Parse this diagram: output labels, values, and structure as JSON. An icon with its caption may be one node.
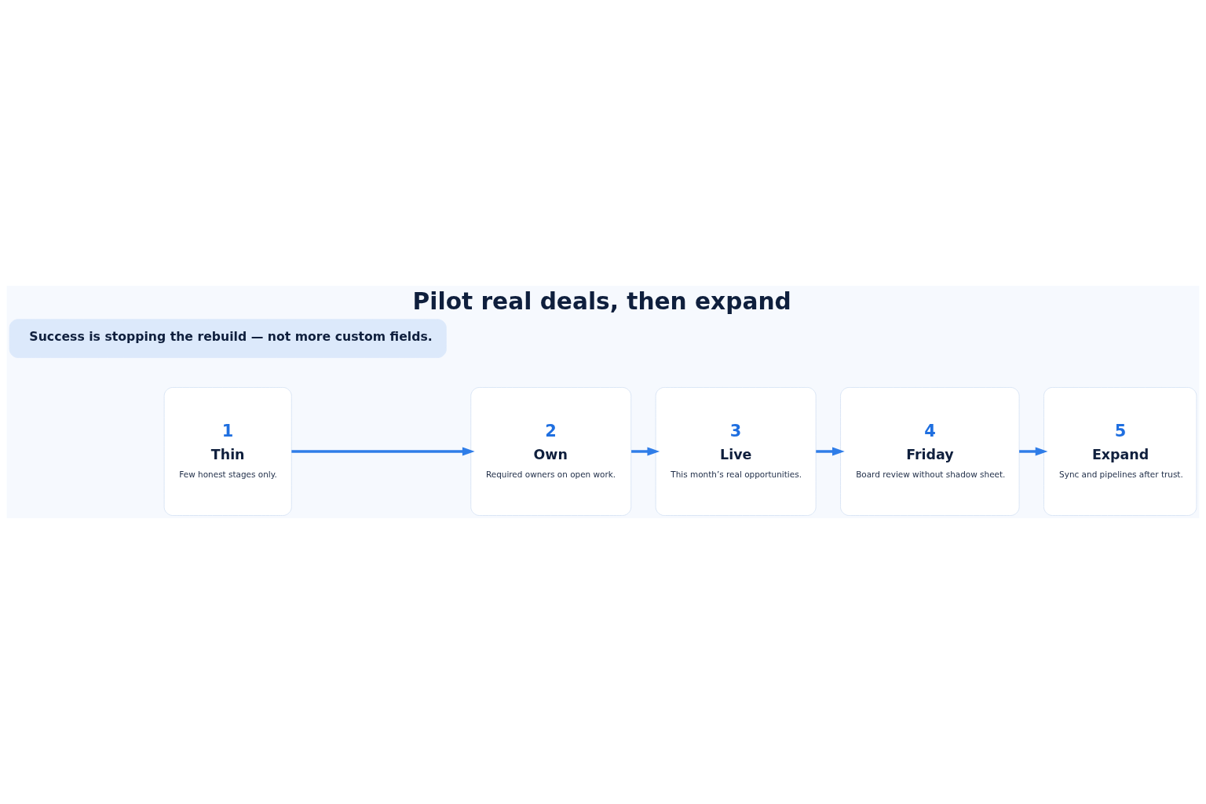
{
  "diagram": {
    "title": "Pilot real deals, then expand",
    "nodes": [
      {
        "text": [
          "1",
          "Thin",
          "Few honest stages only."
        ]
      },
      {
        "text": [
          "2",
          "Own",
          "Required owners on open work."
        ]
      },
      {
        "text": [
          "3",
          "Live",
          "This month’s real opportunities."
        ]
      },
      {
        "text": [
          "4",
          "Friday",
          "Board review without shadow sheet."
        ]
      },
      {
        "text": [
          "5",
          "Expand",
          "Sync and pipelines after trust."
        ]
      },
      {
        "text": [
          "Success is stopping the rebuild — not more custom fields."
        ]
      }
    ],
    "edges": [
      {
        "from": 0,
        "to": 1,
        "arrow": "to"
      },
      {
        "from": 1,
        "to": 2,
        "arrow": "to"
      },
      {
        "from": 2,
        "to": 3,
        "arrow": "to"
      },
      {
        "from": 3,
        "to": 4,
        "arrow": "to"
      }
    ]
  }
}
